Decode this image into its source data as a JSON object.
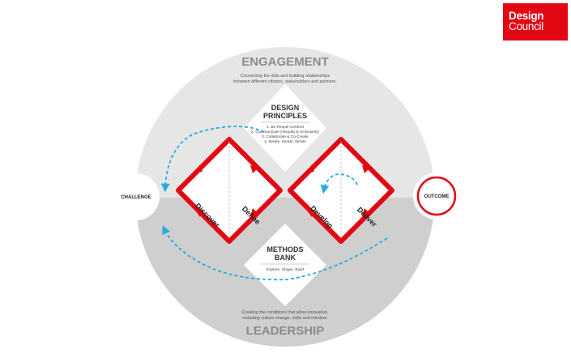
{
  "logo": {
    "line1": "Design",
    "line2": "Council"
  },
  "engagement": {
    "title": "ENGAGEMENT",
    "line1": "Connecting the dots and building relationships",
    "line2": "between different citizens, stakeholders and partners."
  },
  "leadership": {
    "title": "LEADERSHIP",
    "line1": "Creating the conditions that allow innovation,",
    "line2": "including culture change, skills and mindset."
  },
  "design_principles": {
    "title_line1": "DESIGN",
    "title_line2": "PRINCIPLES",
    "items": [
      "1. Be People Centred",
      "2. Communicate (Visually & Inclusively)",
      "3. Collaborate & Co-Create",
      "4. Iterate, Iterate, Iterate"
    ]
  },
  "methods_bank": {
    "title_line1": "METHODS",
    "title_line2": "BANK",
    "subtitle": "Explore, Shape, Build"
  },
  "challenge": "CHALLENGE",
  "outcome": "OUTCOME",
  "phases": {
    "discover": "Discover",
    "define": "Define",
    "develop": "Develop",
    "deliver": "Deliver"
  },
  "colors": {
    "red": "#e30613",
    "grey_light": "#e6e6e6",
    "grey_dark": "#cfcfcf",
    "cyan": "#29aae1",
    "title_grey": "#8c8c8c"
  }
}
